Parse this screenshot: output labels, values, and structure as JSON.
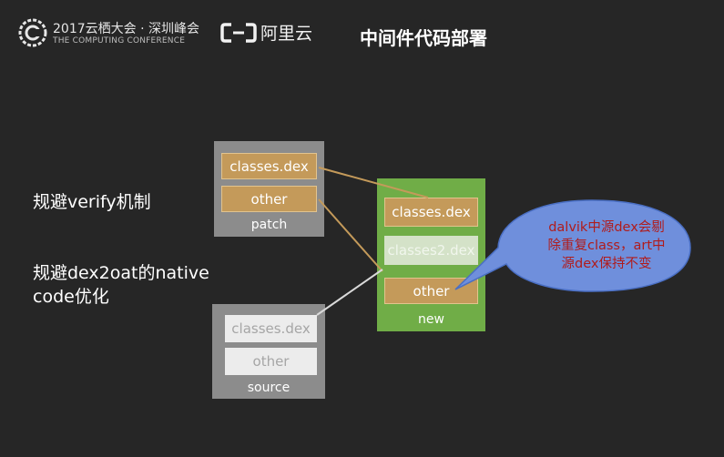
{
  "header": {
    "conference_line1": "2017云栖大会 · 深圳峰会",
    "conference_line2": "THE COMPUTING CONFERENCE",
    "brand_name": "阿里云",
    "slide_title": "中间件代码部署"
  },
  "bullets": [
    "规避verify机制",
    "规避dex2oat的native",
    "code优化"
  ],
  "patch": {
    "label": "patch",
    "items": [
      "classes.dex",
      "other"
    ]
  },
  "new": {
    "label": "new",
    "items": [
      "classes.dex",
      "classes2.dex",
      "other"
    ]
  },
  "source": {
    "label": "source",
    "items": [
      "classes.dex",
      "other"
    ]
  },
  "callout": {
    "line1": "dalvik中源dex会剔",
    "line2": "除重复class，art中",
    "line3": "源dex保持不变"
  },
  "colors": {
    "background": "#262626",
    "patch_group": "#8c8c8c",
    "new_group": "#70ad47",
    "tan_box": "#c49a5a",
    "callout_fill": "#6f8fdc",
    "callout_text": "#b01c1c"
  }
}
